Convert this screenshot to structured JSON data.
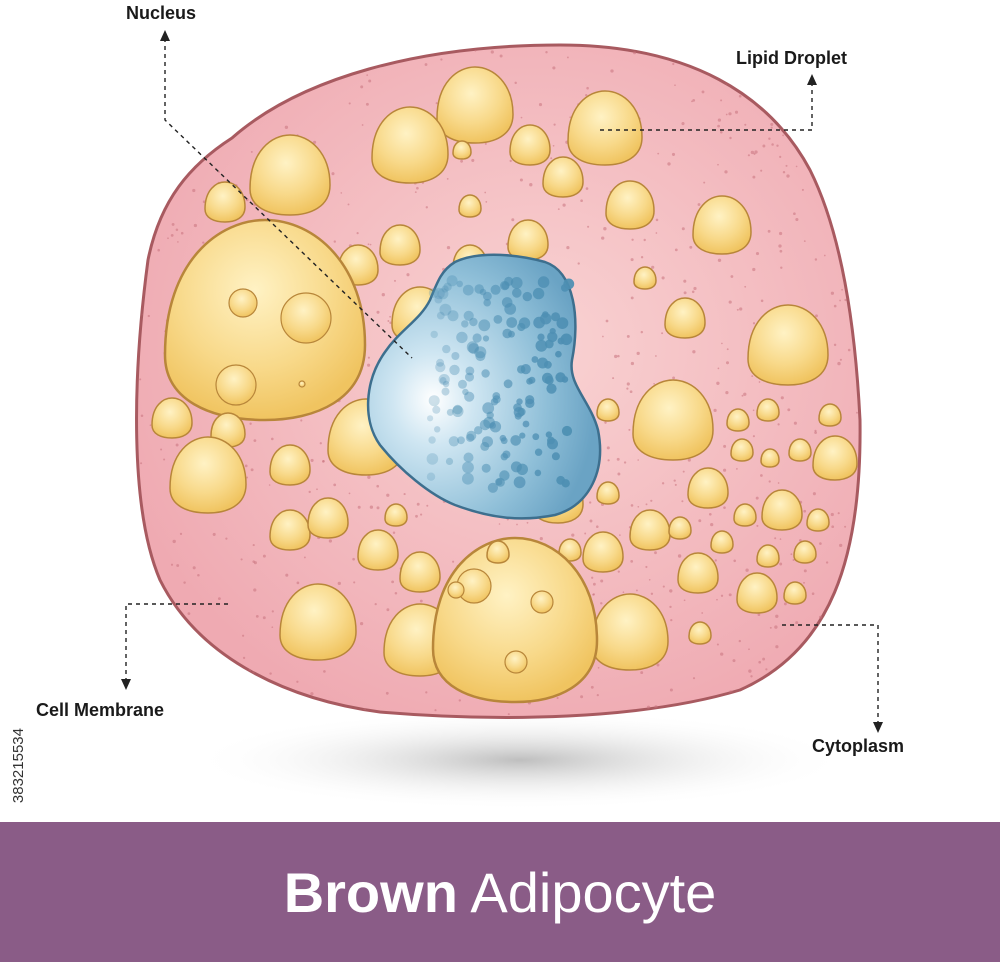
{
  "labels": {
    "nucleus": "Nucleus",
    "lipid_droplet": "Lipid Droplet",
    "cell_membrane": "Cell Membrane",
    "cytoplasm": "Cytoplasm"
  },
  "title": {
    "bold": "Brown",
    "light": "Adipocyte"
  },
  "stock_id": "383215534",
  "colors": {
    "cytoplasm": "#f2b8bd",
    "membrane": "#a85a60",
    "lipid": "#f7d886",
    "lipid_outline": "#b8863a",
    "nucleus": "#8fbfd8",
    "nucleus_dots": "#4e8fb3",
    "banner": "#8a5c87"
  }
}
